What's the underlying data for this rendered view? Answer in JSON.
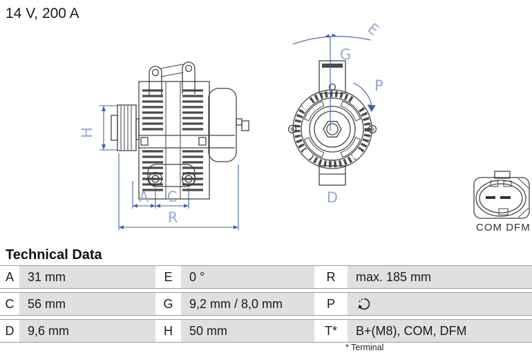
{
  "title": "14 V, 200 A",
  "diagram": {
    "side_view": {
      "labels": {
        "H": "H",
        "A": "A",
        "C": "C",
        "R": "R"
      }
    },
    "front_view": {
      "labels": {
        "E": "E",
        "G": "G",
        "P": "P",
        "D": "D"
      }
    },
    "connector": {
      "labels": {
        "left": "COM",
        "right": "DFM"
      }
    }
  },
  "technical_data": {
    "heading": "Technical Data",
    "rows": [
      [
        {
          "key": "A",
          "value": "31 mm"
        },
        {
          "key": "E",
          "value": "0 °"
        },
        {
          "key": "R",
          "value": "max. 185 mm"
        }
      ],
      [
        {
          "key": "C",
          "value": "56 mm"
        },
        {
          "key": "G",
          "value": "9,2 mm / 8,0 mm"
        },
        {
          "key": "P",
          "value": "",
          "icon": "rotation-direction"
        }
      ],
      [
        {
          "key": "D",
          "value": "9,6 mm"
        },
        {
          "key": "H",
          "value": "50 mm"
        },
        {
          "key": "T*",
          "value": "B+(M8), COM, DFM"
        }
      ]
    ],
    "footnote": "* Terminal"
  },
  "colors": {
    "dimension_line": "#4060a8",
    "dimension_label": "#9aa8cd",
    "drawing_line": "#424242",
    "table_cell_bg": "#e0e0e0",
    "table_border": "#9a9a9a",
    "background": "#ffffff"
  }
}
